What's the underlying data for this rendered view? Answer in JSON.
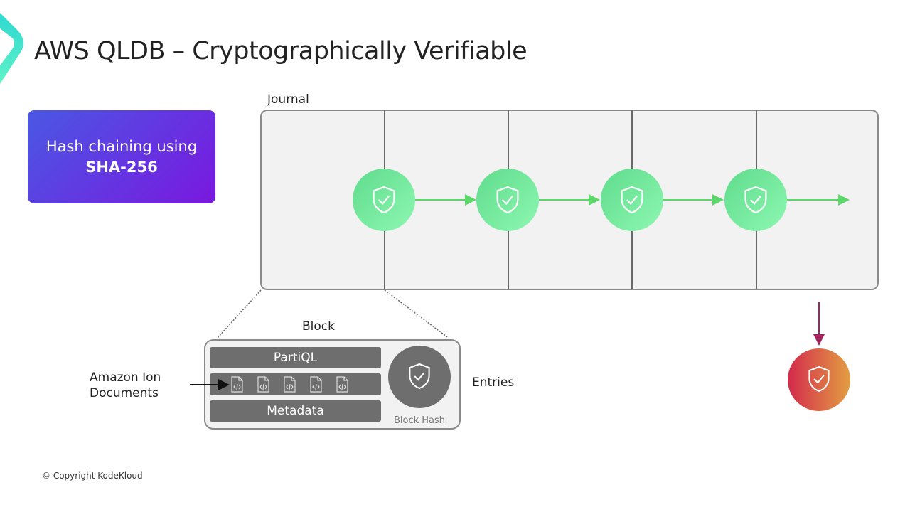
{
  "title": "AWS QLDB – Cryptographically Verifiable",
  "callout": {
    "line1": "Hash chaining using",
    "line2": "SHA-256"
  },
  "journal": {
    "label": "Journal",
    "block_count": 5
  },
  "block": {
    "label": "Block",
    "rows": [
      "PartiQL",
      "Metadata"
    ],
    "hash_label": "Block Hash",
    "document_count": 5
  },
  "annotations": {
    "documents": [
      "Amazon Ion",
      "Documents"
    ],
    "entries": "Entries"
  },
  "footer": "© Copyright KodeKloud",
  "colors": {
    "green": "#6ee89a",
    "purple_start": "#4a58e4",
    "purple_end": "#7a18df",
    "red": "#d8364a",
    "orange": "#e29a40",
    "gray": "#6e6e6e"
  }
}
